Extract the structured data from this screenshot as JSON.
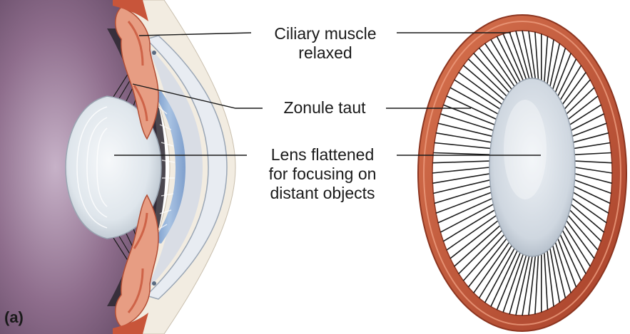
{
  "panel_label": "(a)",
  "labels": {
    "ciliary_muscle": [
      "Ciliary muscle",
      "relaxed"
    ],
    "zonule": [
      "Zonule taut"
    ],
    "lens": [
      "Lens flattened",
      "for focusing on",
      "distant objects"
    ]
  },
  "colors": {
    "muscle": "#c8553a",
    "muscle_light": "#e9a28a",
    "lens": "#dfe6ec",
    "iris_blue": "#8fb0d8",
    "cornea": "#e8ecf2",
    "sclera": "#f2ece1",
    "eye_interior": "#7a5a78",
    "fibers": "#1b1b1b"
  }
}
